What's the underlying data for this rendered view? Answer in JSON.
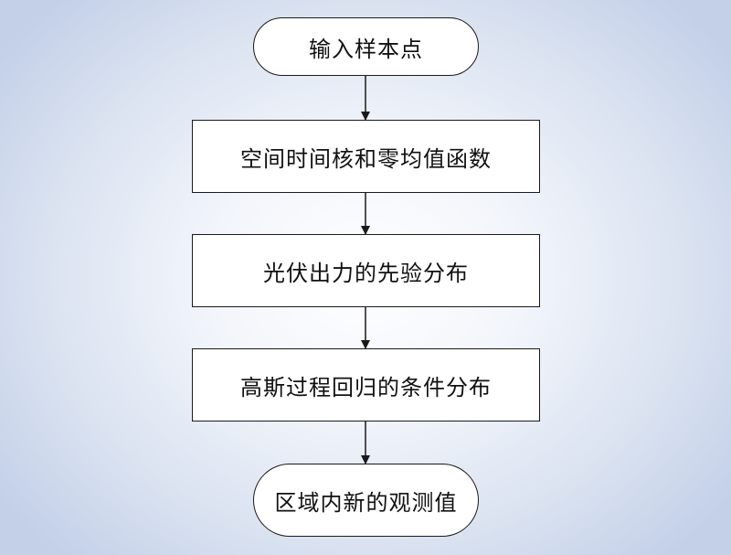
{
  "flowchart": {
    "nodes": [
      {
        "id": "start",
        "shape": "terminal",
        "label": "输入样本点"
      },
      {
        "id": "step-2",
        "shape": "process",
        "label": "空间时间核和零均值函数"
      },
      {
        "id": "step-3",
        "shape": "process",
        "label": "光伏出力的先验分布"
      },
      {
        "id": "step-4",
        "shape": "process",
        "label": "高斯过程回归的条件分布"
      },
      {
        "id": "end",
        "shape": "terminal",
        "label": "区域内新的观测值"
      }
    ],
    "edges": [
      {
        "from": "start",
        "to": "step-2"
      },
      {
        "from": "step-2",
        "to": "step-3"
      },
      {
        "from": "step-3",
        "to": "step-4"
      },
      {
        "from": "step-4",
        "to": "end"
      }
    ]
  },
  "colors": {
    "stroke": "#1a1a1a",
    "node_fill": "#ffffff",
    "background_center": "#ffffff",
    "background_edge": "#c3d0e8"
  }
}
